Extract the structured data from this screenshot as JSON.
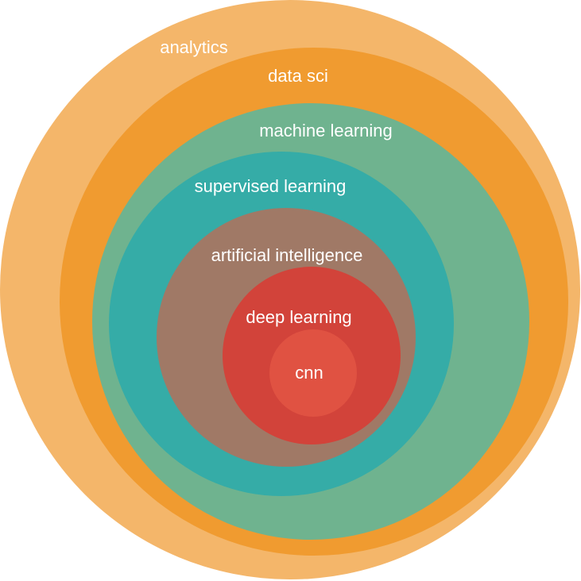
{
  "diagram": {
    "rings": [
      {
        "label": "analytics",
        "color": "#f4b66a"
      },
      {
        "label": "data sci",
        "color": "#f09b30"
      },
      {
        "label": "machine learning",
        "color": "#6fb38f"
      },
      {
        "label": "supervised learning",
        "color": "#35aca7"
      },
      {
        "label": "artificial intelligence",
        "color": "#a07966"
      },
      {
        "label": "deep learning",
        "color": "#d2433a"
      },
      {
        "label": "cnn",
        "color": "#e05242"
      }
    ]
  }
}
